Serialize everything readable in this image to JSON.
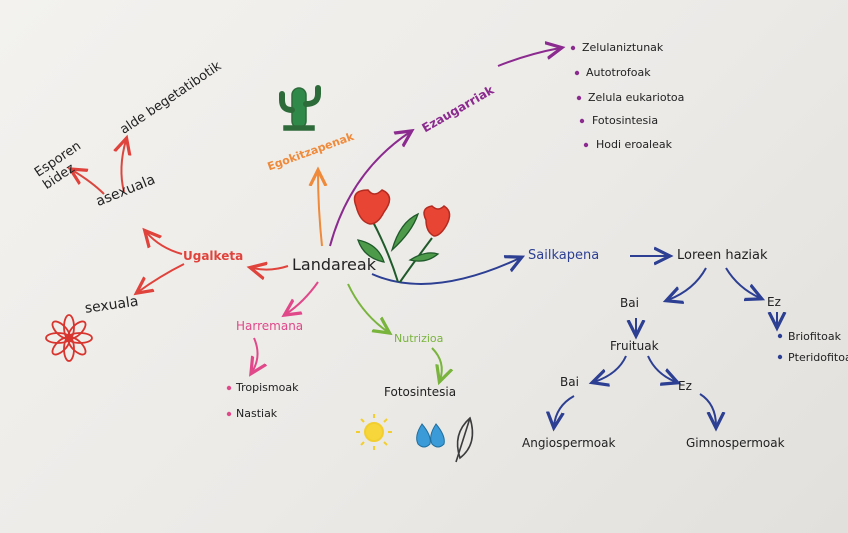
{
  "center": {
    "label": "Landareak"
  },
  "branches": {
    "reproduction": {
      "label": "Ugalketa",
      "asexual": "asexuala",
      "sexual": "sexuala",
      "asexual_items": [
        "Esporen bidez",
        "alde begetatibotik"
      ]
    },
    "adaptations": {
      "label": "Egokitzapenak"
    },
    "characteristics": {
      "label": "Ezaugarriak",
      "items": [
        "Zelulaniztunak",
        "Autotrofoak",
        "Zelula eukariotoa",
        "Fotosintesia",
        "Hodi eroaleak"
      ]
    },
    "classification": {
      "label": "Sailkapena",
      "question": "Loreen haziak",
      "yes": "Bai",
      "no": "Ez",
      "no_items": [
        "Briofitoak",
        "Pteridofitoak"
      ],
      "fruits": "Fruituak",
      "fruits_yes": "Bai",
      "fruits_no": "Ez",
      "angiosperms": "Angiospermoak",
      "gymnosperms": "Gimnospermoak"
    },
    "relation": {
      "label": "Harremana",
      "items": [
        "Tropismoak",
        "Nastiak"
      ]
    },
    "nutrition": {
      "label": "Nutrizioa",
      "process": "Fotosintesia"
    }
  },
  "colors": {
    "reproduction": "#e0433c",
    "asexual": "#d9473f",
    "adaptations": "#ef8a3a",
    "characteristics": "#8b2a8f",
    "classification": "#2c3f93",
    "relation": "#e0488a",
    "nutrition": "#79b43d",
    "ink": "#222222"
  },
  "icons": [
    "cactus-icon",
    "flower-icon",
    "sun-icon",
    "water-drops-icon",
    "leaf-icon",
    "red-flower-icon"
  ]
}
